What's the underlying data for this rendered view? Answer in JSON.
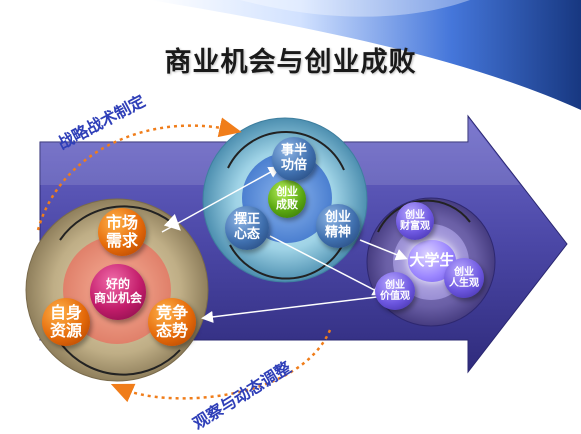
{
  "title": "商业机会与创业成败",
  "left_cluster": {
    "center": "好的\n商业机会",
    "market": "市场\n需求",
    "resources": "自身\n资源",
    "competition": "竞争\n态势"
  },
  "middle_cluster": {
    "center": "创业\n成败",
    "effort": "事半\n功倍",
    "attitude": "摆正\n心态",
    "spirit": "创业\n精神"
  },
  "right_cluster": {
    "center": "大学生",
    "wealth": "创业\n财富观",
    "values": "创业\n价值观",
    "life": "创业\n人生观"
  },
  "labels": {
    "strategy": "战略战术制定",
    "observe": "观察与动态调整"
  },
  "colors": {
    "arrow": "#4b47a6",
    "orange": "#e56a0a",
    "magenta": "#c21c6a",
    "blue": "#3f6fae",
    "green": "#5aa812",
    "violet": "#6d57e0",
    "dotted": "#f07d1a",
    "label_text": "#2f3fb8"
  }
}
